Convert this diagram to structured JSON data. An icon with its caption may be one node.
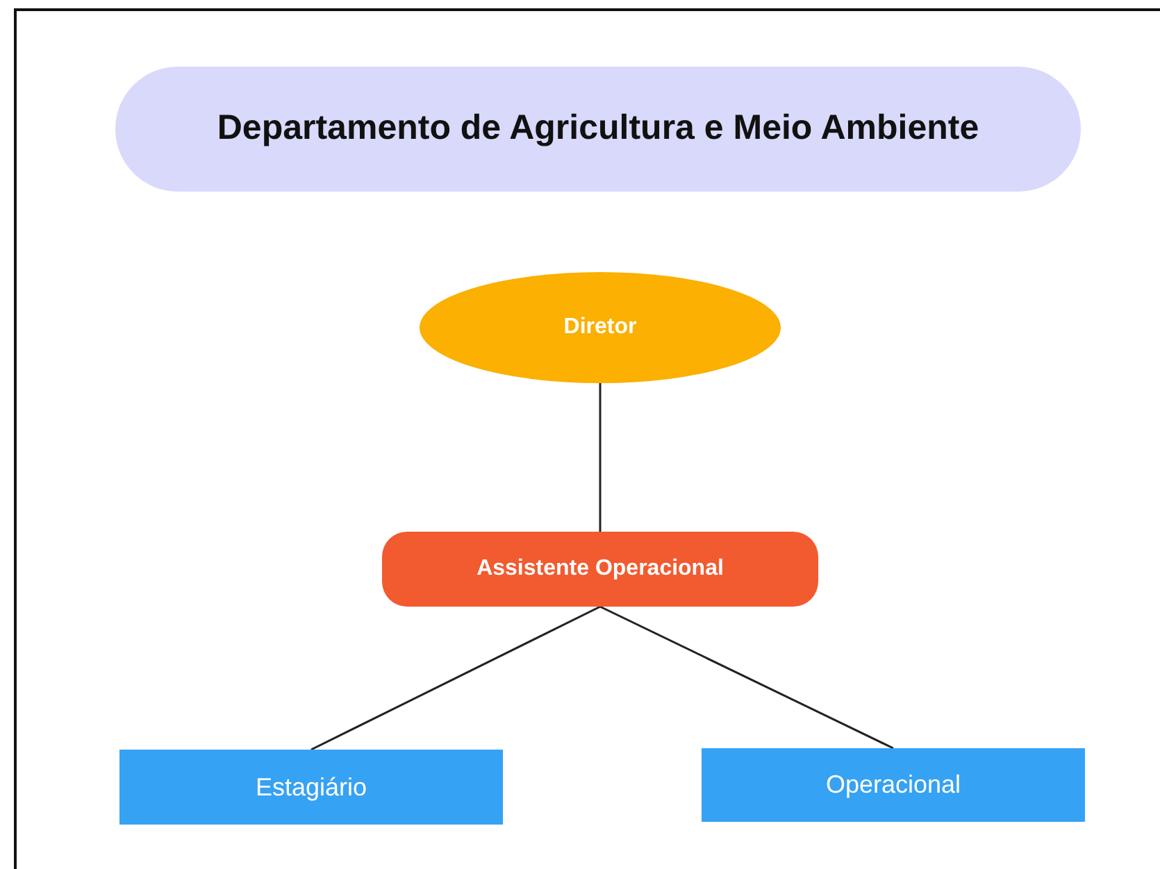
{
  "diagram": {
    "nodes": [
      {
        "text": [
          "Departamento de Agricultura e Meio Ambiente"
        ]
      },
      {
        "text": [
          "Diretor"
        ]
      },
      {
        "text": [
          "Assistente Operacional"
        ]
      },
      {
        "text": [
          "Estagiário"
        ]
      },
      {
        "text": [
          "Operacional"
        ]
      }
    ],
    "edges": [
      {
        "from": 1,
        "to": 2,
        "arrow": "none"
      },
      {
        "from": 2,
        "to": 3,
        "arrow": "none"
      },
      {
        "from": 2,
        "to": 4,
        "arrow": "none"
      }
    ]
  }
}
